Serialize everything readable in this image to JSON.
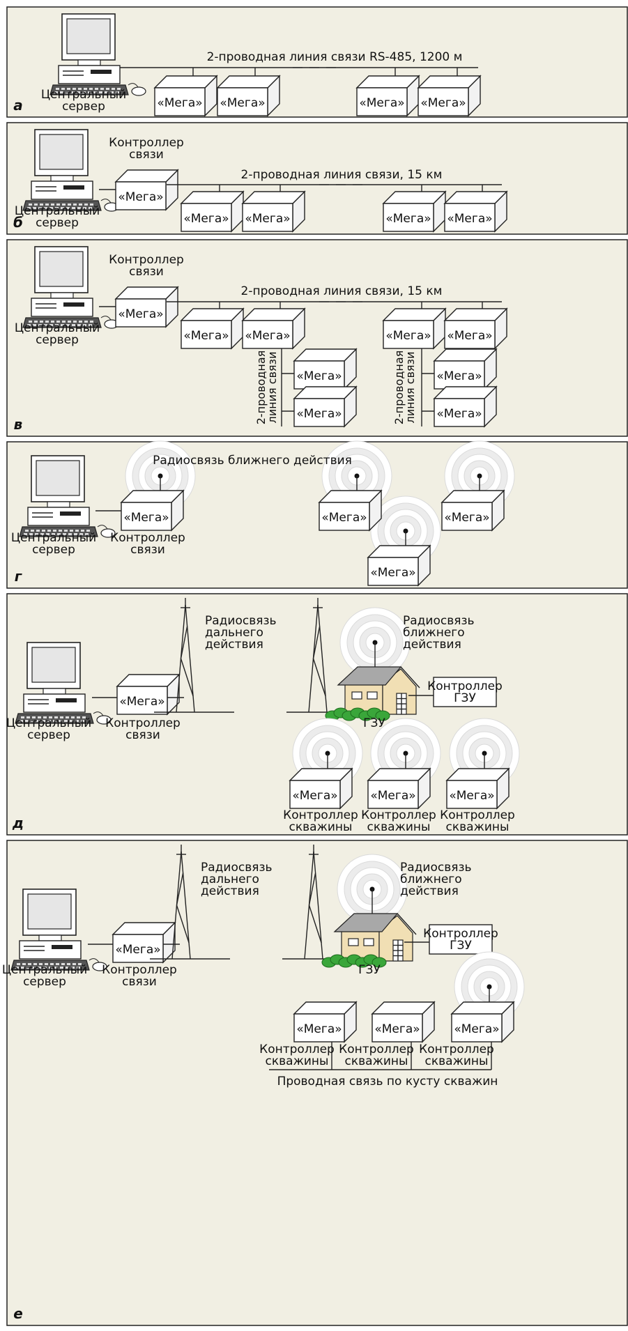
{
  "colors": {
    "panel_bg": "#f1efe3",
    "panel_border": "#222222",
    "line": "#222222",
    "box_fill": "#ffffff",
    "box_side": "#f2f2f2",
    "house_wall": "#f1dfb4",
    "house_roof": "#a8a8a8",
    "bushes": "#3aa63a"
  },
  "common": {
    "mega": "«Мега»",
    "server_l1": "Центральный",
    "server_l2": "сервер",
    "ctrl_l1": "Контроллер",
    "ctrl_l2": "связи",
    "well_l1": "Контроллер",
    "well_l2": "скважины",
    "gzu_l1": "Контроллер",
    "gzu_l2": "ГЗУ",
    "gzu": "ГЗУ"
  },
  "panels": {
    "a": {
      "letter": "а",
      "line_label": "2-проводная линия связи RS-485, 1200 м"
    },
    "b": {
      "letter": "б",
      "line_label": "2-проводная линия связи, 15 км"
    },
    "v": {
      "letter": "в",
      "line_label": "2-проводная линия связи, 15 км",
      "branch_l1": "2-проводная",
      "branch_l2": "линия связи"
    },
    "g": {
      "letter": "г",
      "radio_label": "Радиосвязь ближнего действия"
    },
    "d": {
      "letter": "д",
      "long_l1": "Радиосвязь",
      "long_l2": "дальнего",
      "long_l3": "действия",
      "short_l1": "Радиосвязь",
      "short_l2": "ближнего",
      "short_l3": "действия"
    },
    "e": {
      "letter": "е",
      "long_l1": "Радиосвязь",
      "long_l2": "дальнего",
      "long_l3": "действия",
      "short_l1": "Радиосвязь",
      "short_l2": "ближнего",
      "short_l3": "действия",
      "bus_label": "Проводная связь по кусту скважин"
    }
  }
}
